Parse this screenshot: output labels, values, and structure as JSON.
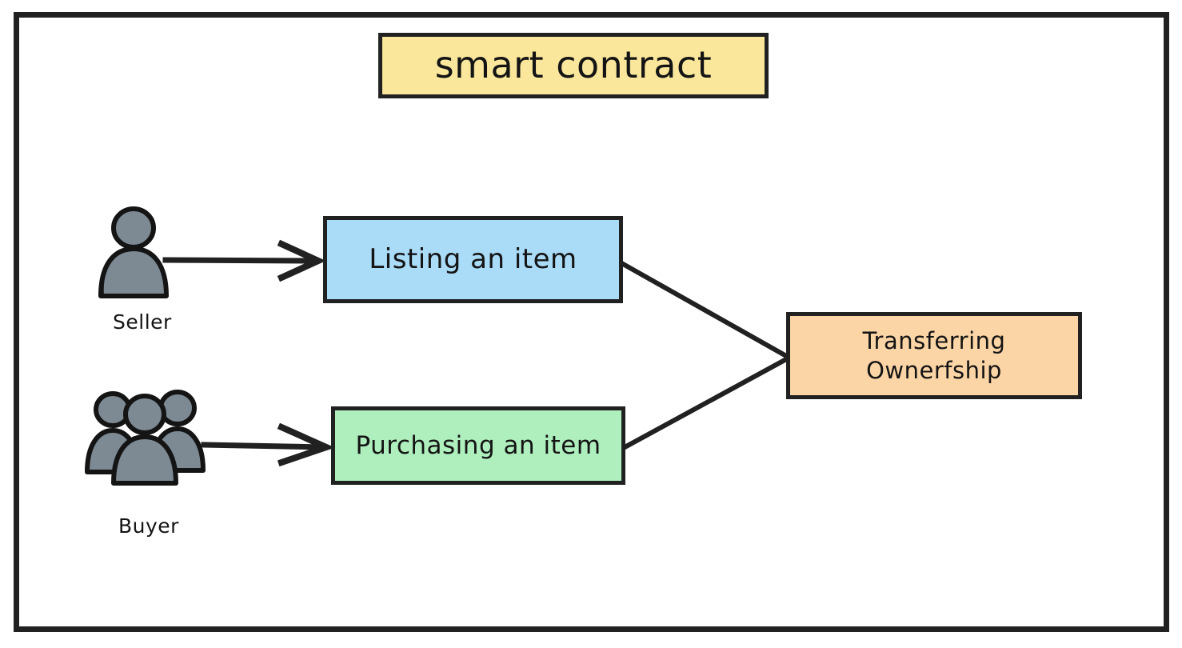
{
  "diagram": {
    "title": "smart contract",
    "frame": {
      "label": "diagram-outer-frame"
    },
    "nodes": [
      {
        "id": "title",
        "label": "smart contract",
        "color": "#FAE79C",
        "border": "#212121"
      },
      {
        "id": "listing",
        "label": "Listing an item",
        "color": "#AADBF7",
        "border": "#212121"
      },
      {
        "id": "purchasing",
        "label": "Purchasing an item",
        "color": "#AFEFBE",
        "border": "#212121"
      },
      {
        "id": "transfer",
        "label": "Transferring\nOwnerfship",
        "color": "#FBD5A5",
        "border": "#212121"
      }
    ],
    "actors": [
      {
        "id": "seller",
        "label": "Seller",
        "icon": "person-icon",
        "fill": "#7D8A94",
        "stroke": "#141414"
      },
      {
        "id": "buyer",
        "label": "Buyer",
        "icon": "people-group-icon",
        "fill": "#7D8A94",
        "stroke": "#141414"
      }
    ],
    "edges": [
      {
        "id": "seller-to-listing",
        "from": "seller",
        "to": "listing",
        "arrow": true
      },
      {
        "id": "buyer-to-purchasing",
        "from": "buyer",
        "to": "purchasing",
        "arrow": true
      },
      {
        "id": "listing-to-transfer",
        "from": "listing",
        "to": "transfer",
        "arrow": false
      },
      {
        "id": "purchasing-to-transfer",
        "from": "purchasing",
        "to": "transfer",
        "arrow": false
      }
    ],
    "stroke_color": "#212121",
    "background": "#FFFFFF"
  }
}
